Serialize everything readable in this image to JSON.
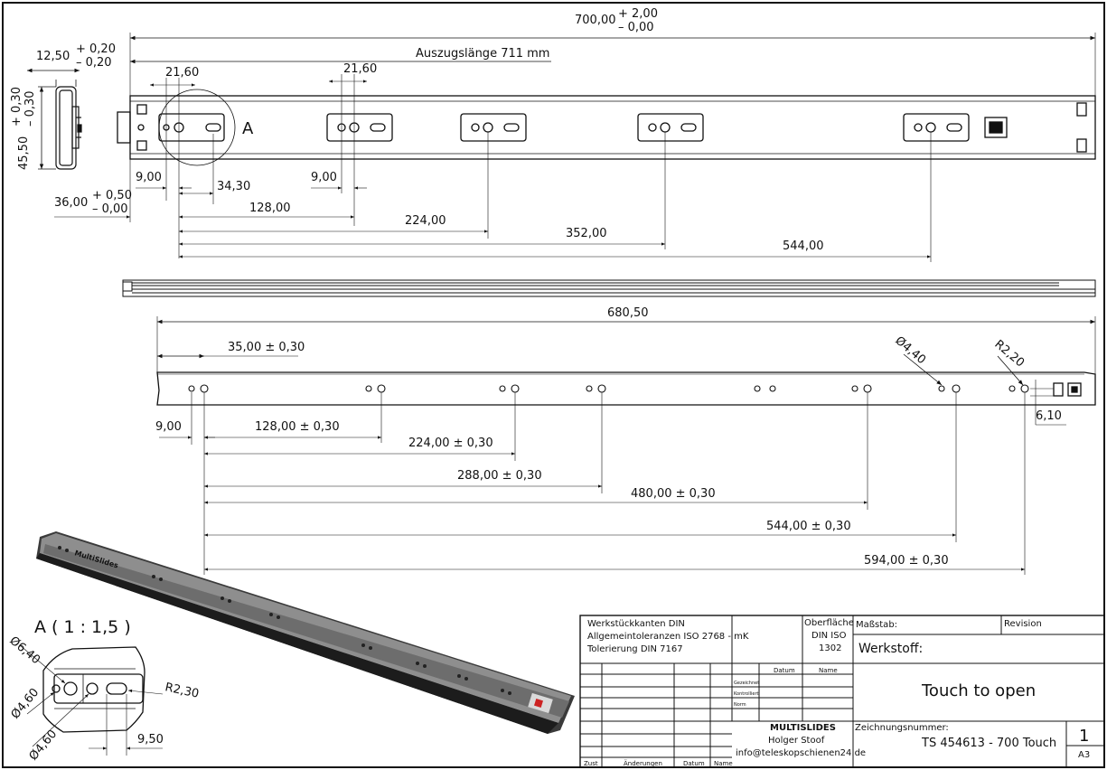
{
  "dimensions": {
    "total_length": "700,00",
    "total_tol_plus": "+ 2,00",
    "total_tol_minus": "– 0,00",
    "extension": "Auszugslänge 711 mm",
    "width": "12,50",
    "width_tol_plus": "+ 0,20",
    "width_tol_minus": "– 0,20",
    "height": "45,50",
    "height_tol_plus": "+ 0,30",
    "height_tol_minus": "– 0,30",
    "slot_1": "21,60",
    "slot_2": "21,60",
    "detail_marker": "A",
    "offset_9": "9,00",
    "offset_34": "34,30",
    "offset_9b": "9,00",
    "offset_36": "36,00",
    "offset_36_plus": "+ 0,50",
    "offset_36_minus": "– 0,00",
    "pitch_128": "128,00",
    "pitch_224": "224,00",
    "pitch_352": "352,00",
    "pitch_544": "544,00",
    "rail_length": "680,50",
    "rail_35": "35,00 ± 0,30",
    "rail_dia": "Ø4,40",
    "rail_r": "R2,20",
    "rail_9": "9,00",
    "rail_610": "6,10",
    "rail_128": "128,00 ± 0,30",
    "rail_224": "224,00 ± 0,30",
    "rail_288": "288,00 ± 0,30",
    "rail_480": "480,00 ± 0,30",
    "rail_544": "544,00 ± 0,30",
    "rail_594": "594,00 ± 0,30"
  },
  "detail": {
    "title": "A ( 1 : 1,5 )",
    "d640": "Ø6,40",
    "d460a": "Ø4,60",
    "d460b": "Ø4,60",
    "r230": "R2,30",
    "d950": "9,50"
  },
  "product_label": "MultiSlides",
  "title_block": {
    "notes_1": "Werkstückkanten DIN",
    "notes_2": "Allgemeintoleranzen ISO 2768 - mK",
    "notes_3": "Tolerierung DIN 7167",
    "surface_1": "Oberfläche",
    "surface_2": "DIN ISO",
    "surface_3": "1302",
    "scale_label": "Maßstab:",
    "revision_label": "Revision",
    "material_label": "Werkstoff:",
    "datum": "Datum",
    "name": "Name",
    "row_1": "Gezeichnet",
    "row_2": "Kontrolliert",
    "row_3": "Norm",
    "title": "Touch to open",
    "company": "MULTISLIDES",
    "person": "Holger Stoof",
    "email": "info@teleskopschienen24.de",
    "drawing_no_label": "Zeichnungsnummer:",
    "drawing_no": "TS 454613 - 700 Touch",
    "sheet": "1",
    "format": "A3",
    "col_zust": "Zust",
    "col_aenderung": "Änderungen",
    "col_datum": "Datum",
    "col_name": "Name"
  }
}
